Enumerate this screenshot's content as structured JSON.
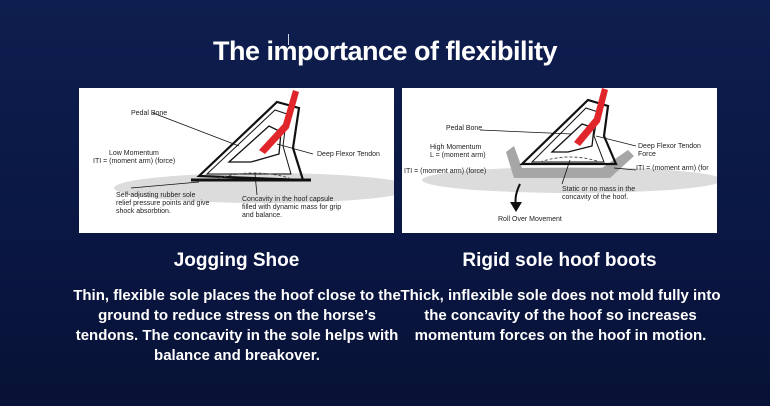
{
  "slide": {
    "title": "The importance of flexibility"
  },
  "left": {
    "labels": {
      "pedal_bone": "Pedal Bone",
      "low_momentum": "Low Momentum",
      "formula": "ITI = (moment arm) (force)",
      "tendon": "Deep Flexor Tendon",
      "sole": "Self-adjusting rubber sole relief pressure points and give shock absorbtion.",
      "concavity": "Concavity in the hoof capsule filled with dynamic mass for grip and balance."
    },
    "heading": "Jogging Shoe",
    "body": "Thin, flexible sole places the hoof close to the ground to reduce stress on the horse’s tendons. The concavity in the sole helps with balance and breakover."
  },
  "right": {
    "labels": {
      "pedal_bone": "Pedal Bone",
      "high_momentum": "High Momentum",
      "l_formula": "L = (moment arm)",
      "formula_left": "ITI = (moment arm) (force)",
      "tendon": "Deep Flexor Tendon Force",
      "formula_right": "ITI = (moment arm) (for",
      "static": "Static or no mass in the concavity of the hoof.",
      "roll": "Roll Over Movement"
    },
    "heading": "Rigid sole hoof boots",
    "body": "Thick, inflexible sole does not mold fully into the concavity of the hoof so increases momentum forces on the hoof in motion."
  },
  "colors": {
    "background": "#0a1744",
    "tendon": "#e0262b",
    "boot": "#a6a6a6",
    "ground": "#d9d9d9"
  }
}
